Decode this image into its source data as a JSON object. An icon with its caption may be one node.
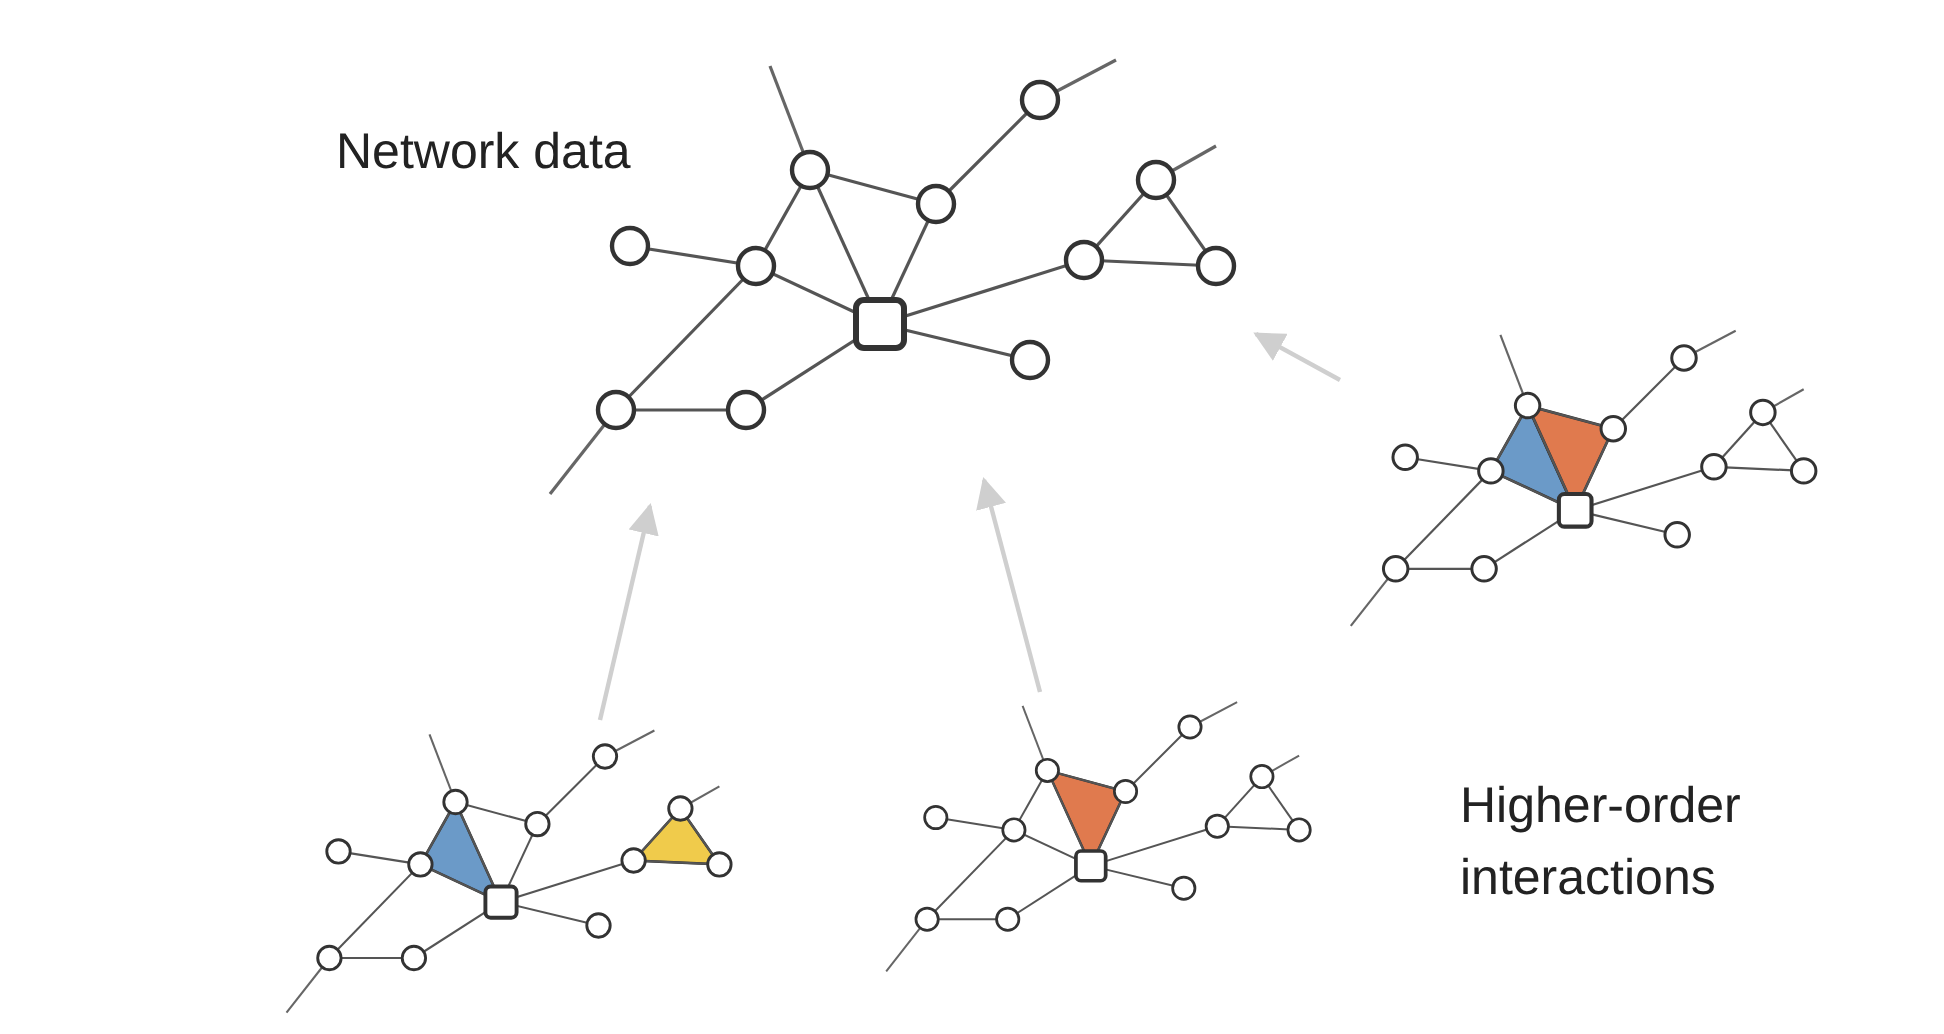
{
  "diagram": {
    "nodes": [
      {
        "text": [],
        "shape": "picture",
        "beside": [
          "Network data"
        ]
      },
      {
        "text": [],
        "shape": "picture"
      },
      {
        "text": [],
        "shape": "picture"
      },
      {
        "text": [],
        "shape": "picture"
      }
    ],
    "edges": [
      {
        "from": 1,
        "to": 0,
        "arrow": "to"
      },
      {
        "from": 2,
        "to": 0,
        "arrow": "to"
      },
      {
        "from": 3,
        "to": 0,
        "arrow": "to"
      }
    ],
    "labels": [
      "Higher-order interactions"
    ]
  }
}
